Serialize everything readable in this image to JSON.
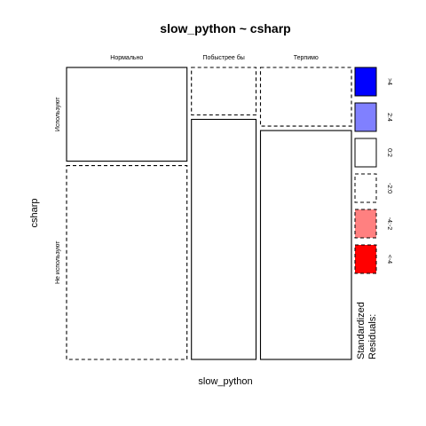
{
  "chart_data": {
    "type": "mosaic",
    "title": "slow_python ~ csharp",
    "xlabel": "slow_python",
    "ylabel": "csharp",
    "x_categories": [
      "Нормально",
      "Побыстрее бы",
      "Терпимо"
    ],
    "y_categories": [
      "Используют",
      "Не используют"
    ],
    "x_proportions": [
      0.462,
      0.248,
      0.349
    ],
    "cells": [
      {
        "x": "Нормально",
        "y": "Используют",
        "share": 0.326,
        "residual_bin": "0:2"
      },
      {
        "x": "Нормально",
        "y": "Не используют",
        "share": 0.674,
        "residual_bin": "-2:0"
      },
      {
        "x": "Побыстрее бы",
        "y": "Используют",
        "share": 0.165,
        "residual_bin": "-2:0"
      },
      {
        "x": "Побыстрее бы",
        "y": "Не используют",
        "share": 0.835,
        "residual_bin": "0:2"
      },
      {
        "x": "Терпимо",
        "y": "Используют",
        "share": 0.204,
        "residual_bin": "-2:0"
      },
      {
        "x": "Терпимо",
        "y": "Не используют",
        "share": 0.796,
        "residual_bin": "0:2"
      }
    ],
    "legend": {
      "title_lines": [
        "Standardized",
        "Residuals:"
      ],
      "position": "right",
      "items": [
        {
          "label": ">4",
          "fill": "#0000ff",
          "dashed": false
        },
        {
          "label": "2:4",
          "fill": "#8080ff",
          "dashed": false
        },
        {
          "label": "0:2",
          "fill": "#ffffff",
          "dashed": false
        },
        {
          "label": "-2:0",
          "fill": "#ffffff",
          "dashed": true
        },
        {
          "label": "-4:-2",
          "fill": "#ff8080",
          "dashed": true
        },
        {
          "label": "<-4",
          "fill": "#ff0000",
          "dashed": true
        }
      ]
    }
  }
}
